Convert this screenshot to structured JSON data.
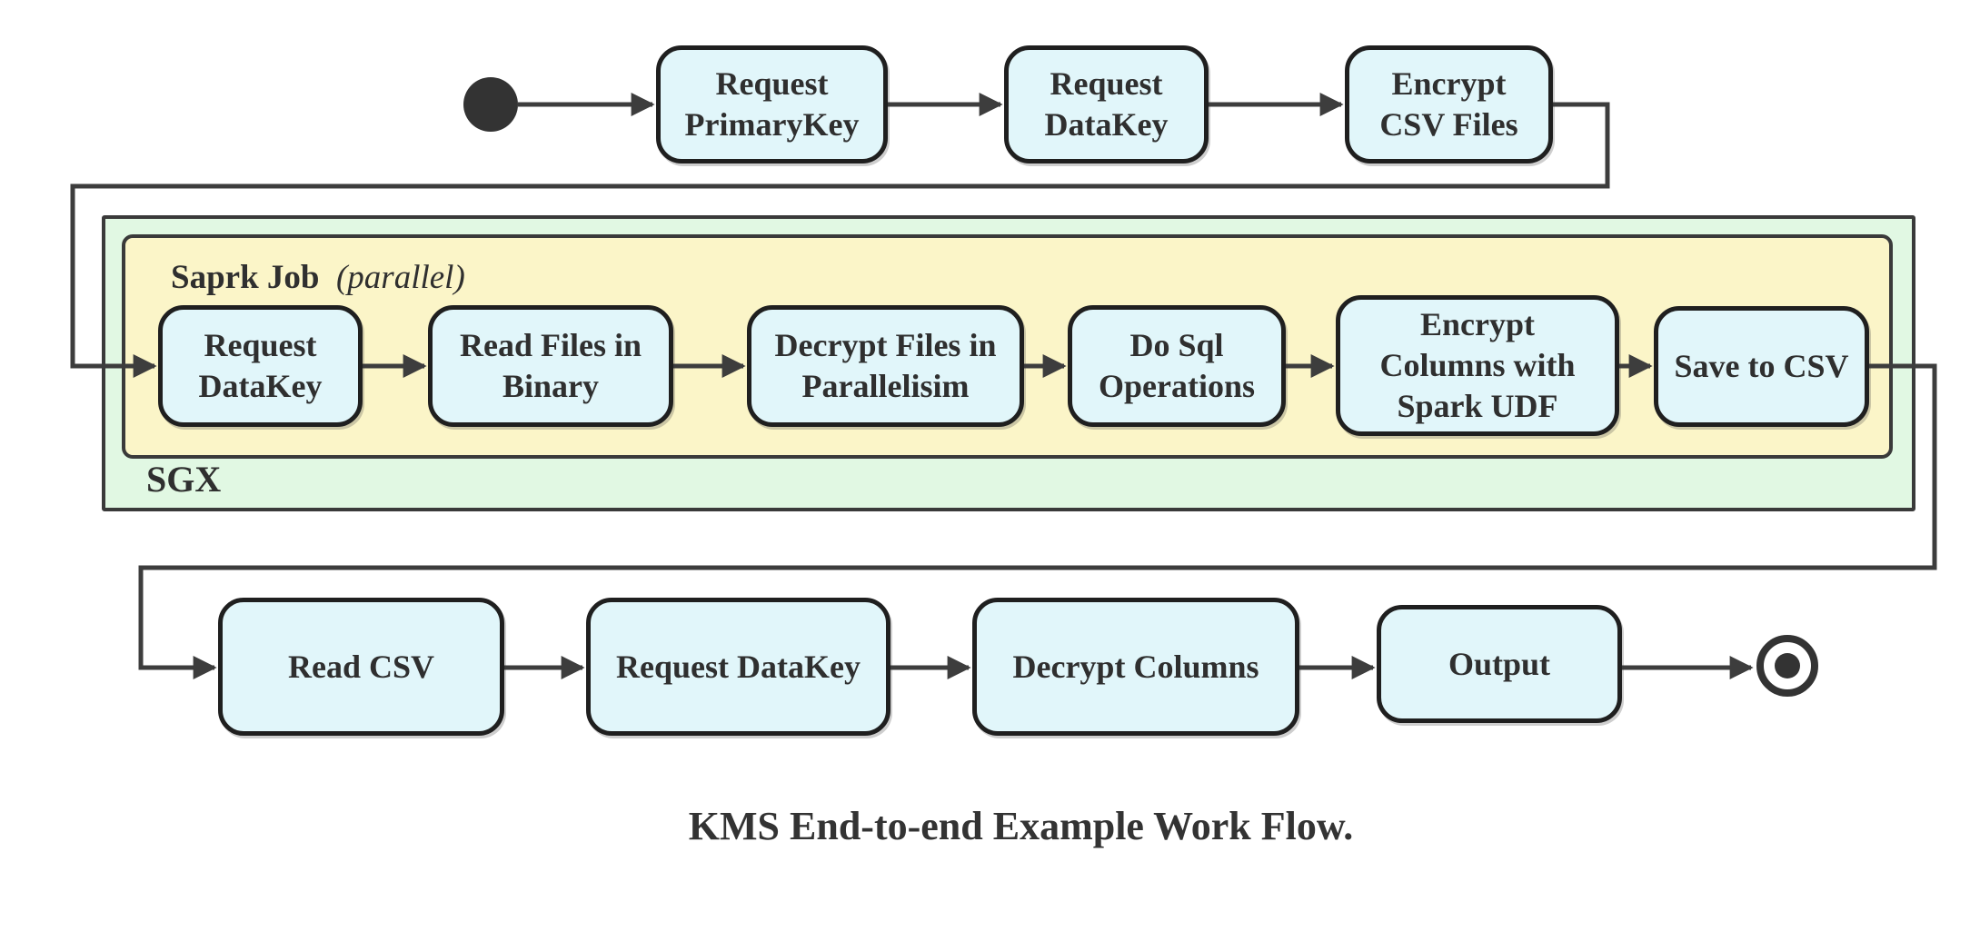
{
  "diagram": {
    "caption": "KMS End-to-end Example Work Flow.",
    "colors": {
      "node_fill": "#e1f6fa",
      "node_border": "#1f1f1f",
      "sgx_container_fill": "#e1f8e3",
      "spark_container_fill": "#fbf5c8",
      "edge": "#3d3d3d",
      "text": "#2f2f2f"
    },
    "containers": {
      "sgx": {
        "label": "SGX"
      },
      "spark_job": {
        "label": "Saprk Job",
        "annotation": "(parallel)"
      }
    },
    "nodes": {
      "request_primarykey": "Request\nPrimaryKey",
      "request_datakey_top": "Request\nDataKey",
      "encrypt_csv_files": "Encrypt\nCSV Files",
      "request_datakey_sgx": "Request\nDataKey",
      "read_files_in_binary": "Read Files in\nBinary",
      "decrypt_files_in_parallelisim": "Decrypt Files in\nParallelisim",
      "do_sql_operations": "Do Sql\nOperations",
      "encrypt_columns_with_spark_udf": "Encrypt\nColumns with\nSpark UDF",
      "save_to_csv": "Save to CSV",
      "read_csv": "Read CSV",
      "request_datakey_client": "Request DataKey",
      "decrypt_columns": "Decrypt Columns",
      "output": "Output"
    }
  }
}
